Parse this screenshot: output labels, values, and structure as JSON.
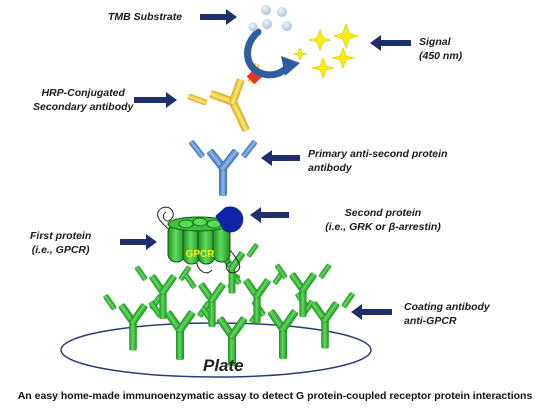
{
  "labels": {
    "tmb": "TMB Substrate",
    "signal_line1": "Signal",
    "signal_line2": "(450 nm)",
    "hrp_line1": "HRP-Conjugated",
    "hrp_line2": "Secondary antibody",
    "primary_line1": "Primary anti-second protein",
    "primary_line2": "antibody",
    "second_line1": "Second protein",
    "second_line2": "(i.e., GRK or β-arrestin)",
    "first_line1": "First protein",
    "first_line2": "(i.e., GPCR)",
    "coating_line1": "Coating antibody",
    "coating_line2": "anti-GPCR",
    "gpcr": "GPCR",
    "plate": "Plate"
  },
  "caption": "An easy home-made immunoenzymatic assay to detect G protein-coupled receptor protein interactions",
  "colors": {
    "arrow": "#1f2f6b",
    "coating_antibody": "#3cb83c",
    "gpcr": "#2fb02f",
    "primary_antibody": "#5b8fd6",
    "secondary_antibody": "#f0cc3a",
    "hrp": "#ee3322",
    "second_protein": "#1024a8",
    "signal_star": "#ffee00",
    "substrate_dots": "#b8cce6",
    "reaction_arrow": "#2e5e9e"
  }
}
